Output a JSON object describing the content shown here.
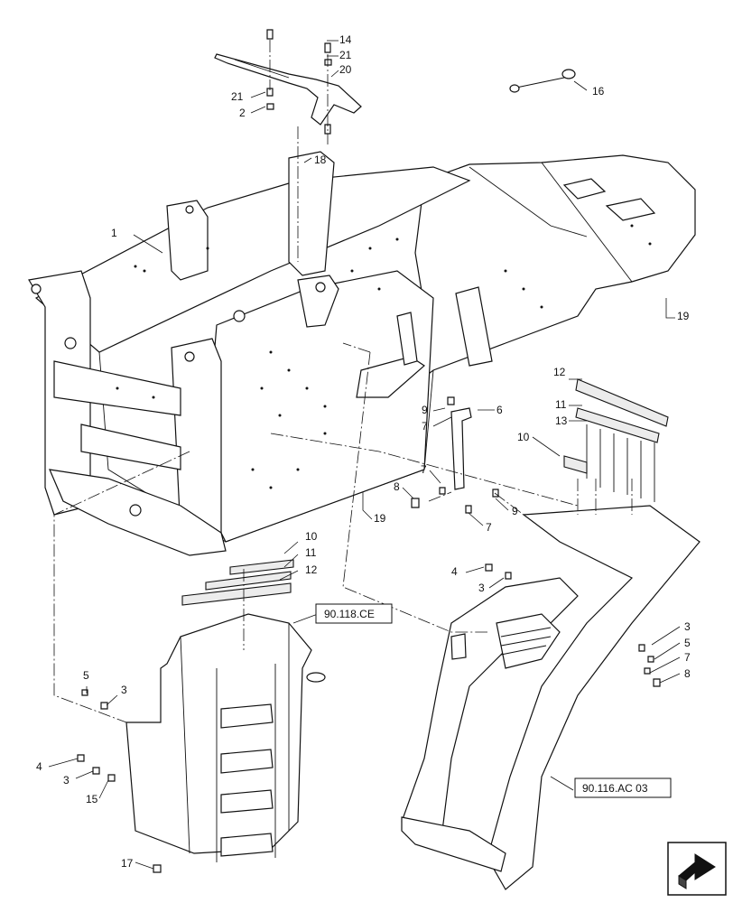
{
  "callouts": {
    "c1": "1",
    "c2": "2",
    "c3a": "3",
    "c3b": "3",
    "c3c": "3",
    "c3d": "3",
    "c4a": "4",
    "c4b": "4",
    "c5a": "5",
    "c5b": "5",
    "c6": "6",
    "c7a": "7",
    "c7b": "7",
    "c7c": "7",
    "c7d": "7",
    "c8a": "8",
    "c8b": "8",
    "c9a": "9",
    "c9b": "9",
    "c10a": "10",
    "c10b": "10",
    "c11a": "11",
    "c11b": "11",
    "c12a": "12",
    "c12b": "12",
    "c13": "13",
    "c14": "14",
    "c15": "15",
    "c16": "16",
    "c17": "17",
    "c18": "18",
    "c19a": "19",
    "c19b": "19",
    "c20": "20",
    "c21a": "21",
    "c21b": "21"
  },
  "references": {
    "step_ref": "90.118.CE",
    "fender_ref": "90.116.AC 03"
  },
  "nav_icon": "next-page-arrow-icon"
}
